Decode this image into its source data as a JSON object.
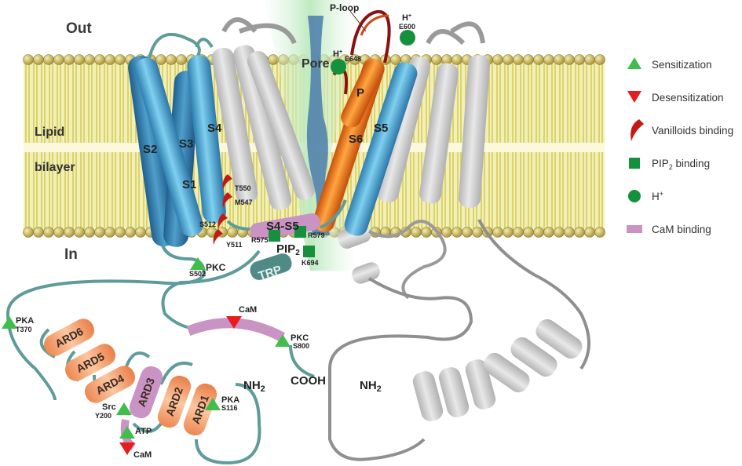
{
  "regions": {
    "out": "Out",
    "in": "In",
    "lipid": "Lipid",
    "bilayer": "bilayer"
  },
  "structure": {
    "segments": [
      "S1",
      "S2",
      "S3",
      "S4",
      "S5",
      "S6",
      "P"
    ],
    "pore": "Pore",
    "p_loop": "P-loop",
    "linker": "S4-S5",
    "trp": "TRP",
    "pip2": "PIP",
    "pip2_sub": "2",
    "nh2_left": "NH",
    "nh2_right": "NH",
    "nh2_sub": "2",
    "cooh": "COOH",
    "ards": [
      "ARD6",
      "ARD5",
      "ARD4",
      "ARD3",
      "ARD2",
      "ARD1"
    ]
  },
  "sites": {
    "h_label": "H",
    "h_sup": "+",
    "e600": "E600",
    "e648": "E648",
    "t550": "T550",
    "m547": "M547",
    "s512": "S512",
    "y511": "Y511",
    "r575": "R575",
    "r579": "R579",
    "k694": "K694",
    "s502": "S502",
    "pkc": "PKC",
    "pka": "PKA",
    "t370": "T370",
    "cam": "CaM",
    "s800": "S800",
    "src": "Src",
    "y200": "Y200",
    "atp": "ATP",
    "s116": "S116"
  },
  "legend": [
    {
      "label": "Sensitization",
      "icon": "green-up-triangle-icon",
      "color": "#3fbf4a"
    },
    {
      "label": "Desensitization",
      "icon": "red-down-triangle-icon",
      "color": "#e81c1c"
    },
    {
      "label": "Vanilloids binding",
      "icon": "chili-pepper-icon",
      "color": "#c21a12"
    },
    {
      "label": "PIP",
      "sub": "2",
      "suffix": " binding",
      "icon": "green-square-icon",
      "color": "#15903c"
    },
    {
      "label": "H",
      "sup": "+",
      "icon": "green-circle-icon",
      "color": "#15903c"
    },
    {
      "label": "CaM binding",
      "icon": "purple-bar-icon",
      "color": "#c993c4"
    }
  ],
  "colors": {
    "membrane": "#d8d54a",
    "lipid_head": "#b7a84a",
    "helix_blue": "#5ab0d8",
    "helix_orange": "#ee7a1a",
    "gray_subunit": "#cfcfcf",
    "ard_orange": "#f7a878",
    "cam_purple": "#c993c4",
    "loop_teal": "#5e9c9a"
  }
}
